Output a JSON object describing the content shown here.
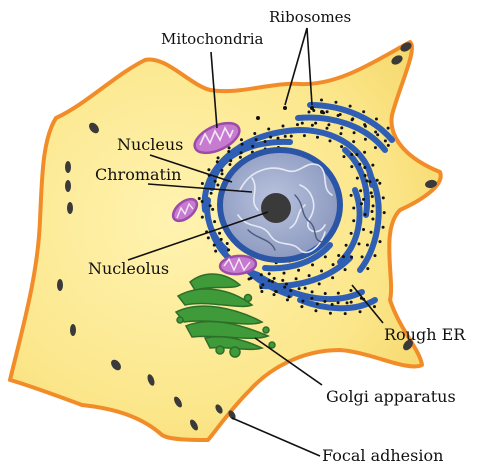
{
  "diagram": {
    "labels": {
      "mitochondria": "Mitochondria",
      "ribosomes": "Ribosomes",
      "nucleus": "Nucleus",
      "chromatin": "Chromatin",
      "nucleolus": "Nucleolus",
      "rough_er": "Rough ER",
      "golgi": "Golgi apparatus",
      "focal_adhesion": "Focal adhesion"
    },
    "colors": {
      "cytoplasm": "#fbe68a",
      "membrane": "#f28c28",
      "nucleus": "#9aa7cc",
      "nuclear_envelope": "#2b56a8",
      "nucleolus": "#3a3a3a",
      "er": "#2f5fb5",
      "ribosome": "#111111",
      "mitochondria_fill": "#c77bd0",
      "mitochondria_edge": "#9a4ca8",
      "golgi": "#3f9a3a",
      "golgi_edge": "#2f6e2a",
      "focal_adhesion": "#3a3a3a"
    }
  }
}
